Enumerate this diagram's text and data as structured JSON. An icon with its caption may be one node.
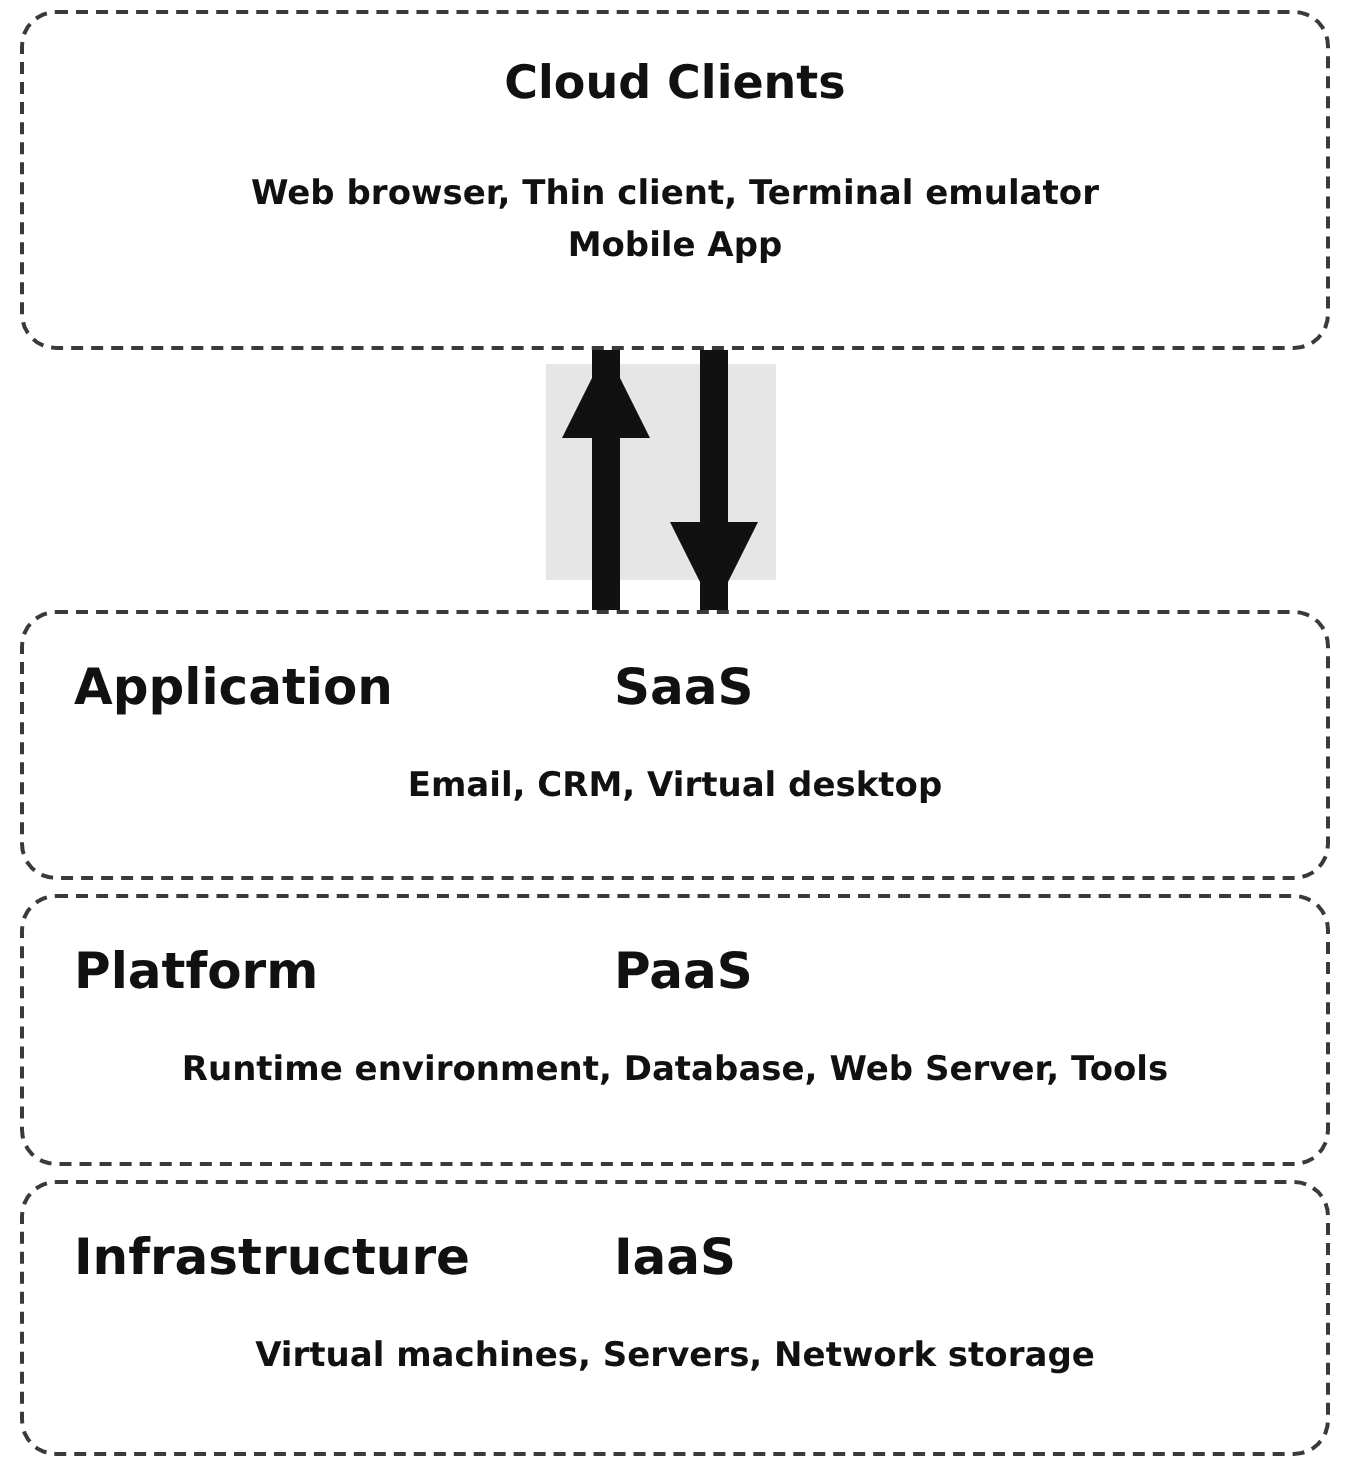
{
  "diagram": {
    "nodes": [
      {
        "text": [
          "Cloud Clients",
          "Web browser, Thin client, Terminal emulator Mobile App"
        ]
      },
      {
        "text": [
          "Application",
          "SaaS",
          "Email, CRM, Virtual desktop"
        ]
      },
      {
        "text": [
          "Platform",
          "PaaS",
          "Runtime environment, Database, Web Server, Tools"
        ]
      },
      {
        "text": [
          "Infrastructure",
          "IaaS",
          "Virtual machines, Servers, Network storage"
        ]
      }
    ],
    "edges": [
      {
        "from": 1,
        "to": 0,
        "arrow": "to"
      },
      {
        "from": 0,
        "to": 1,
        "arrow": "to"
      }
    ]
  }
}
